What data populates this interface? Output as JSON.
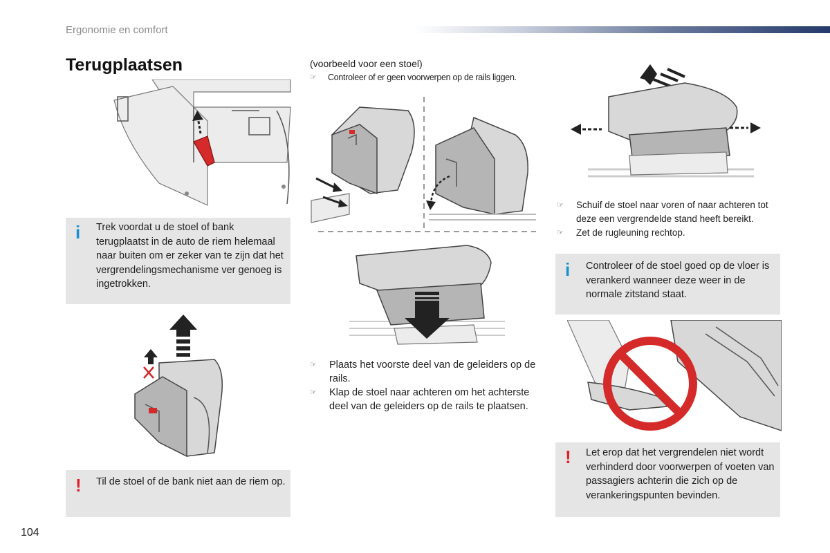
{
  "header": {
    "section": "Ergonomie en comfort"
  },
  "title": "Terugplaatsen",
  "page_number": "104",
  "info_box_1": {
    "icon": "info-icon",
    "text": "Trek voordat u de stoel of bank terugplaatst in de auto de riem helemaal naar buiten om er zeker van te zijn dat het vergrendelingsmechanisme ver genoeg is ingetrokken."
  },
  "warn_box_1": {
    "icon": "warning-icon",
    "text": "Til de stoel of de bank niet aan de riem op."
  },
  "middle": {
    "caption": "(voorbeeld voor een stoel)",
    "bullets_top": [
      "Controleer of er geen voorwerpen op de rails liggen."
    ],
    "bullets_bottom": [
      "Plaats het voorste deel van de geleiders op de rails.",
      "Klap de stoel naar achteren om het achterste deel van de geleiders op de rails te plaatsen."
    ]
  },
  "right": {
    "bullets": [
      "Schuif de stoel naar voren of naar achteren tot deze een vergrendelde stand heeft bereikt.",
      "Zet de rugleuning rechtop."
    ]
  },
  "info_box_2": {
    "icon": "info-icon",
    "text": "Controleer of de stoel goed op de vloer is verankerd wanneer deze weer in de normale zitstand staat."
  },
  "warn_box_2": {
    "icon": "warning-icon",
    "text": "Let erop dat het vergrendelen niet wordt verhinderd door voorwerpen of voeten van passagiers achterin die zich op de verankeringspunten bevinden."
  },
  "colors": {
    "info": "#1b8fd3",
    "warning": "#e0202a",
    "box_bg": "#e5e5e5",
    "accent_red": "#d42a2a",
    "header_bar": "#243a6b"
  }
}
